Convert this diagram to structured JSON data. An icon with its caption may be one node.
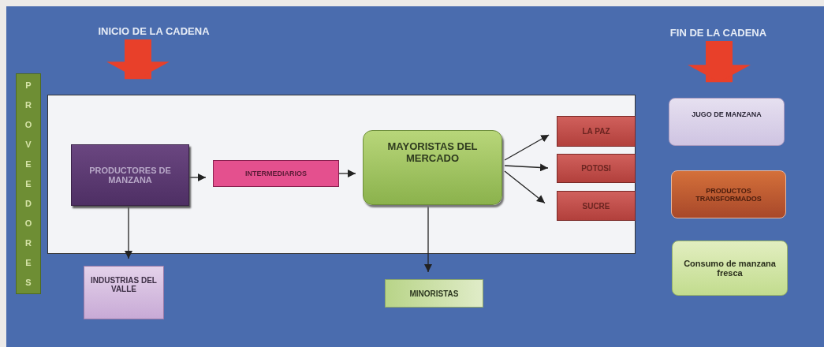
{
  "diagram": {
    "nodes": [
      {
        "text": [
          "INICIO DE LA CADENA"
        ]
      },
      {
        "text": [
          "FIN DE LA CADENA"
        ]
      },
      {
        "text": [
          "PROVEEDORES"
        ]
      },
      {
        "text": [],
        "shape": "box"
      },
      {
        "text": [
          "PRODUCTORES DE MANZANA"
        ],
        "in": 3
      },
      {
        "text": [
          "INTERMEDIARIOS"
        ],
        "in": 3
      },
      {
        "text": [
          "MAYORISTAS DEL MERCADO"
        ],
        "in": 3
      },
      {
        "text": [
          "LA PAZ"
        ],
        "in": 3
      },
      {
        "text": [
          "POTOSI"
        ],
        "in": 3
      },
      {
        "text": [
          "SUCRE"
        ],
        "in": 3
      },
      {
        "text": [
          "INDUSTRIAS DEL VALLE"
        ]
      },
      {
        "text": [
          "MINORISTAS"
        ]
      },
      {
        "text": [
          "JUGO DE MANZANA"
        ]
      },
      {
        "text": [
          "PRODUCTOS TRANSFORMADOS"
        ]
      },
      {
        "text": [
          "Consumo de manzana fresca"
        ]
      }
    ],
    "edges": [
      {
        "from": 0,
        "to": 3,
        "arrow": "to",
        "style": "thick",
        "color": "#e8402a"
      },
      {
        "from": 1,
        "to": 12,
        "arrow": "to",
        "style": "thick",
        "color": "#e8402a"
      },
      {
        "from": 4,
        "to": 5,
        "arrow": "to"
      },
      {
        "from": 5,
        "to": 6,
        "arrow": "to"
      },
      {
        "from": 6,
        "to": 7,
        "arrow": "to"
      },
      {
        "from": 6,
        "to": 8,
        "arrow": "to"
      },
      {
        "from": 6,
        "to": 9,
        "arrow": "to"
      },
      {
        "from": 4,
        "to": 10,
        "arrow": "to"
      },
      {
        "from": 6,
        "to": 11,
        "arrow": "to"
      }
    ]
  }
}
